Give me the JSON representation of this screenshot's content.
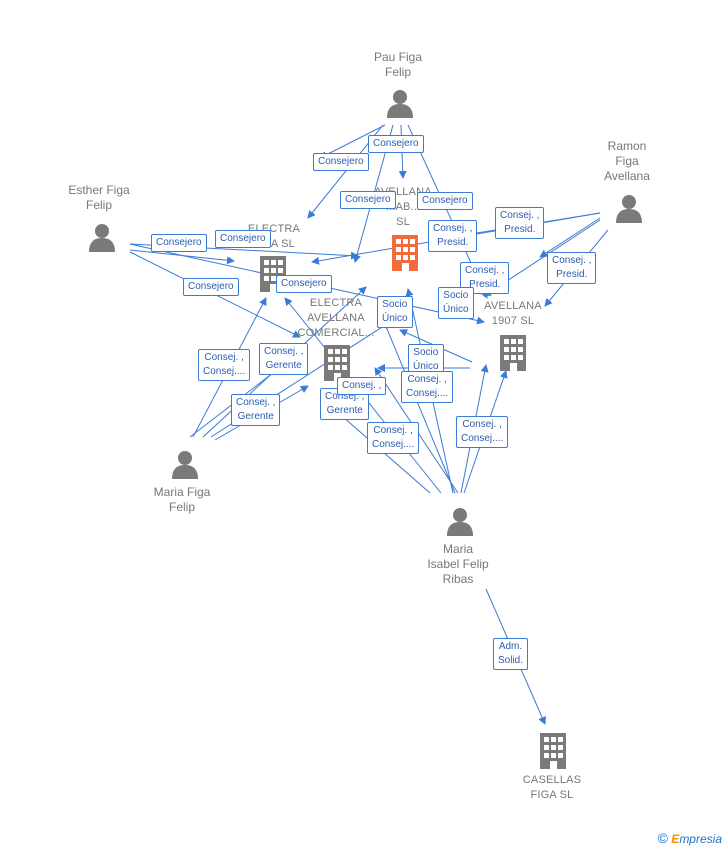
{
  "colors": {
    "edge": "#3a7bd5",
    "person": "#7a7a7a",
    "company": "#7a7a7a",
    "focus_company": "#f26b3a"
  },
  "people": [
    {
      "id": "pau",
      "label": "Pau Figa\nFelip",
      "icon": "person-icon"
    },
    {
      "id": "ramon",
      "label": "Ramon\nFiga\nAvellana",
      "icon": "person-icon"
    },
    {
      "id": "esther",
      "label": "Esther Figa\nFelip",
      "icon": "person-icon"
    },
    {
      "id": "mariafiga",
      "label": "Maria Figa\nFelip",
      "icon": "person-icon"
    },
    {
      "id": "mariaisabel",
      "label": "Maria\nIsabel Felip\nRibas",
      "icon": "person-icon"
    }
  ],
  "companies": [
    {
      "id": "avellana_main",
      "label": "AVELLANA\n...AB...\nSL",
      "icon": "building-icon",
      "focus": true
    },
    {
      "id": "electra",
      "label": "ELECTRA\n...NA SL",
      "icon": "building-icon"
    },
    {
      "id": "electra_comercial",
      "label": "ELECTRA\nAVELLANA\nCOMERCIAL...",
      "icon": "building-icon"
    },
    {
      "id": "avellana1907",
      "label": "AVELLANA\n1907 SL",
      "icon": "building-icon"
    },
    {
      "id": "casellas",
      "label": "CASELLAS\nFIGA SL",
      "icon": "building-icon"
    }
  ],
  "edge_labels": [
    "Consejero",
    "Consejero",
    "Consejero",
    "Consejero",
    "Consejero",
    "Consejero",
    "Consejero",
    "Consejero",
    "Consej. ,\nPresid.",
    "Consej. ,\nPresid.",
    "Consej. ,\nPresid.",
    "Consej. ,\nPresid.",
    "Socio\nÚnico",
    "Socio\nÚnico",
    "Socio\nÚnico",
    "Consej. ,\nConsej....",
    "Consej. ,\nGerente",
    "Consej. ,\nGerente",
    "Consej. ,\nGerente",
    "Consej. ,",
    "Consej. ,\nConsej....",
    "Consej. ,\nConsej....",
    "Consej. ,\nConsej....",
    "Adm.\nSolid."
  ],
  "footer": {
    "copyright": "©",
    "brand_initial": "E",
    "brand_rest": "mpresia"
  }
}
